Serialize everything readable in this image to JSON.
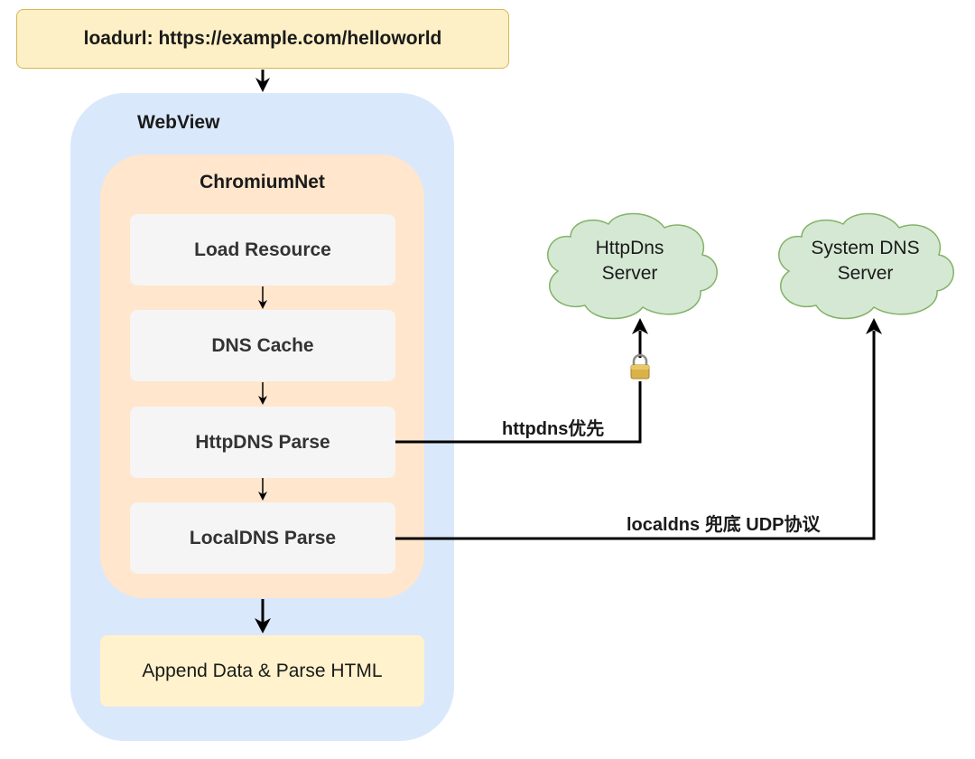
{
  "loadurl": {
    "label": "loadurl:  https://example.com/helloworld"
  },
  "webview": {
    "label": "WebView"
  },
  "chromium": {
    "label": "ChromiumNet",
    "steps": [
      {
        "label": "Load Resource"
      },
      {
        "label": "DNS Cache"
      },
      {
        "label": "HttpDNS Parse"
      },
      {
        "label": "LocalDNS Parse"
      }
    ]
  },
  "append": {
    "label": "Append Data & Parse HTML"
  },
  "clouds": {
    "httpdns": {
      "line1": "HttpDns",
      "line2": "Server"
    },
    "system_dns": {
      "line1": "System DNS",
      "line2": "Server"
    }
  },
  "edges": {
    "httpdns_label": "httpdns优先",
    "localdns_label": "localdns 兜底 UDP协议"
  },
  "colors": {
    "loadurl_fill": "#fdf0c6",
    "webview_fill": "#dae8fc",
    "chromium_fill": "#ffe6cc",
    "step_fill": "#f5f5f5",
    "append_fill": "#fff2cc",
    "cloud_fill": "#d5e8d4",
    "cloud_stroke": "#82b366"
  },
  "icons": {
    "lock": "lock-icon"
  }
}
